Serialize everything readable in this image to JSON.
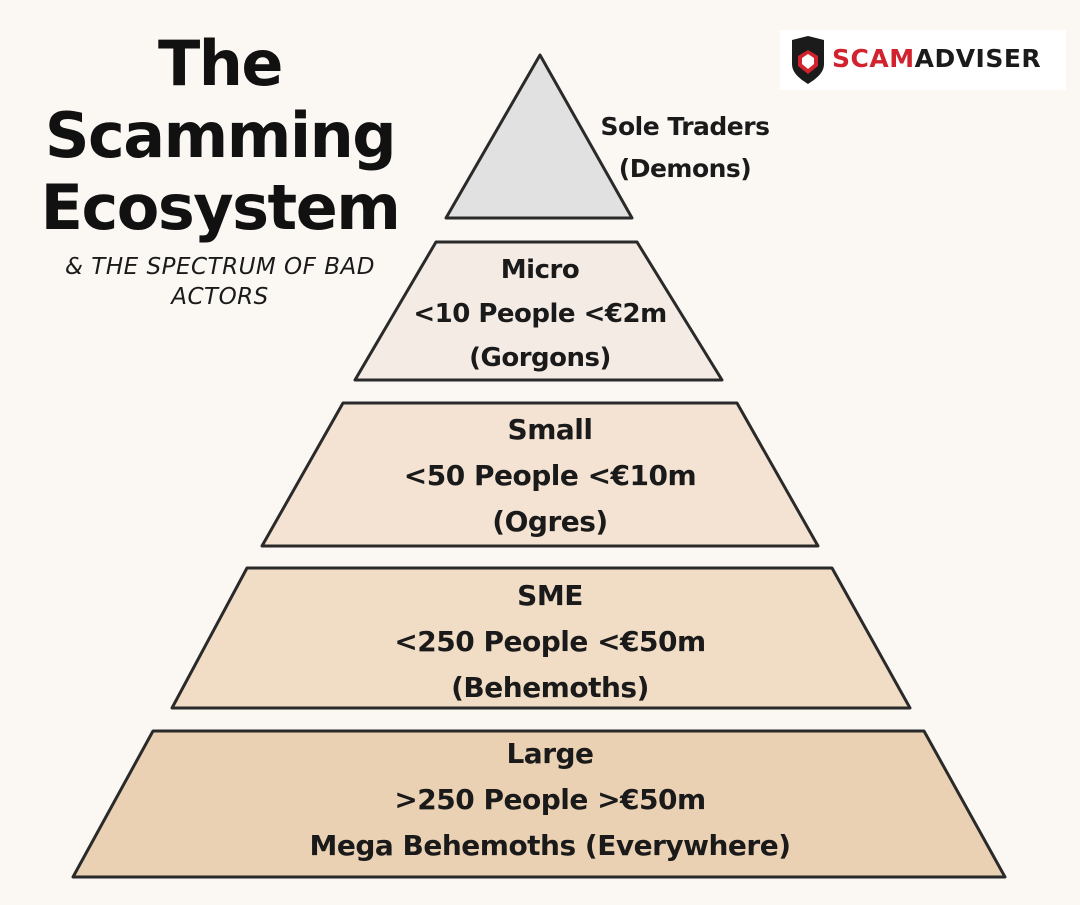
{
  "title": {
    "line1": "The",
    "line2": "Scamming",
    "line3": "Ecosystem",
    "subtitle_line1": "& THE SPECTRUM OF BAD",
    "subtitle_line2": "ACTORS"
  },
  "logo": {
    "part1": "SCAM",
    "part2": "ADVISER",
    "accent_color": "#d2222d"
  },
  "tiers": [
    {
      "line1": "Sole Traders",
      "line2": "(Demons)",
      "color": "#e1e1e1"
    },
    {
      "line1": "Micro",
      "line2": "<10 People <€2m",
      "line3": "(Gorgons)",
      "color": "#f4ebe5"
    },
    {
      "line1": "Small",
      "line2": "<50 People <€10m",
      "line3": "(Ogres)",
      "color": "#f4e2d2"
    },
    {
      "line1": "SME",
      "line2": "<250 People <€50m",
      "line3": "(Behemoths)",
      "color": "#f1dcc6"
    },
    {
      "line1": "Large",
      "line2": ">250 People >€50m",
      "line3": "Mega Behemoths (Everywhere)",
      "color": "#ebd1b4"
    }
  ]
}
